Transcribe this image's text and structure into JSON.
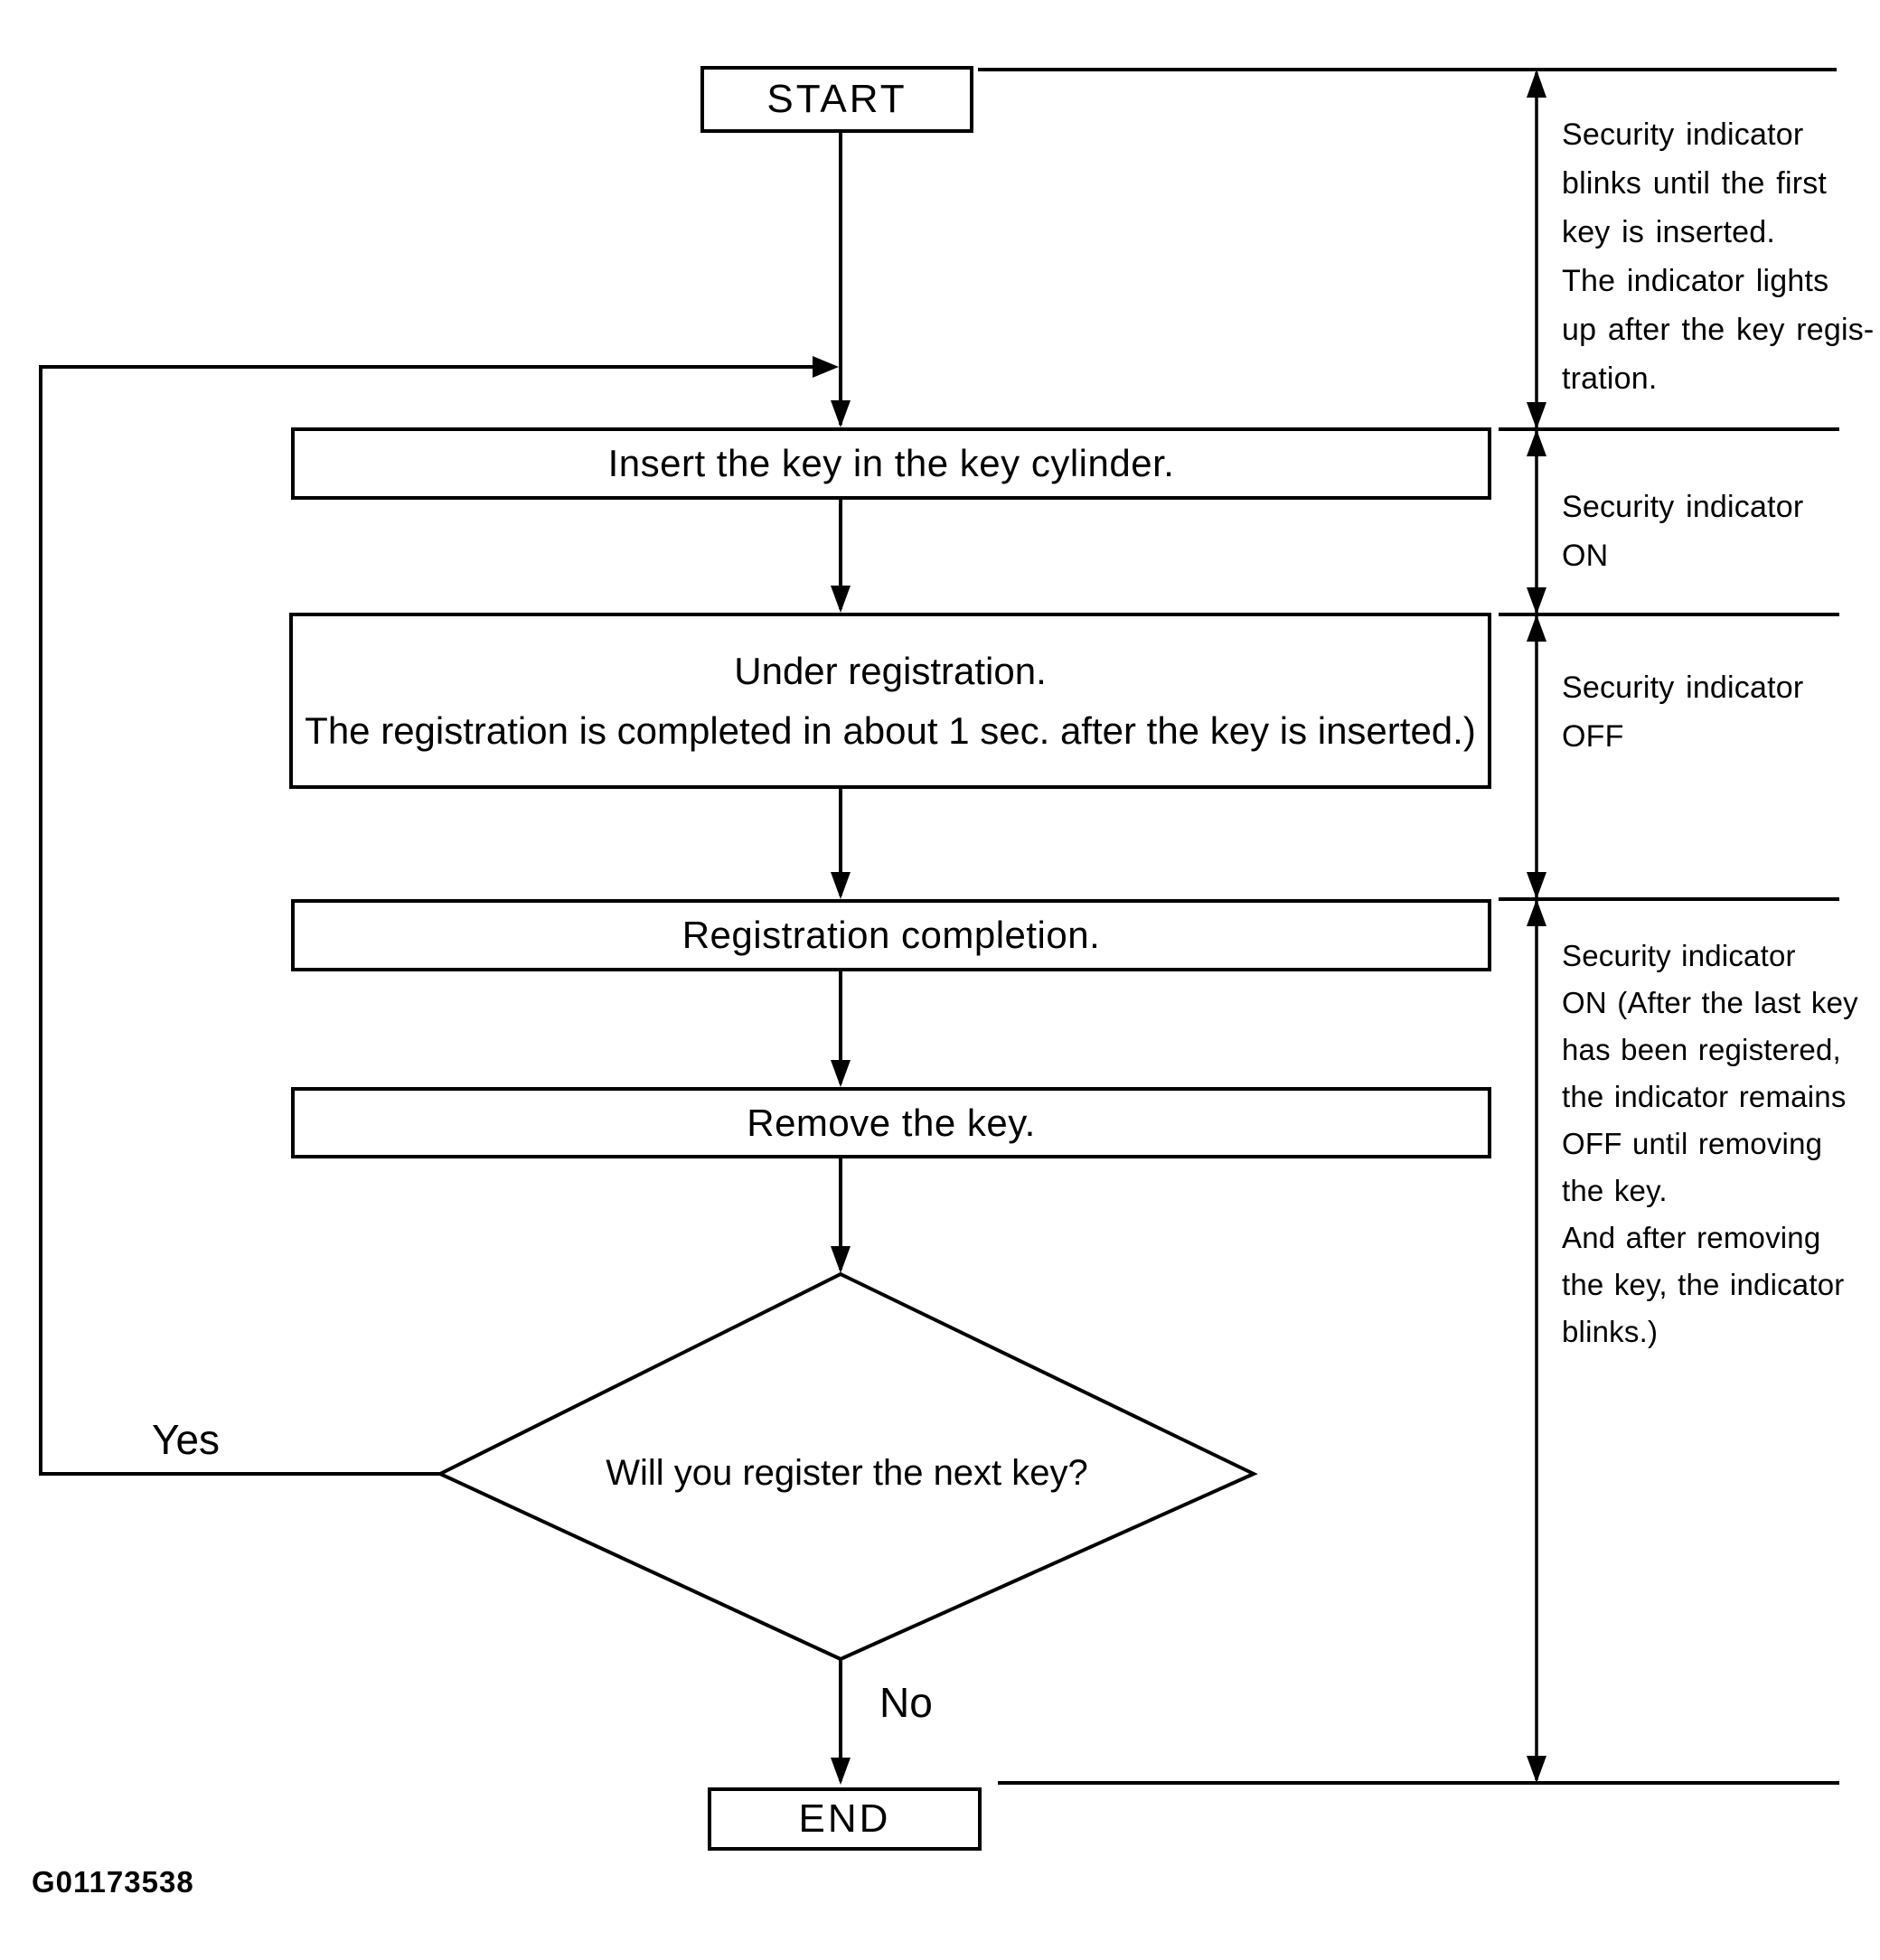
{
  "figure_id": "G01173538",
  "flowchart": {
    "start_label": "START",
    "end_label": "END",
    "steps": [
      {
        "label": "Insert the key in the key cylinder."
      },
      {
        "line1": "Under registration.",
        "line2": "The registration is completed in about 1 sec. after the key is inserted.)"
      },
      {
        "label": "Registration completion."
      },
      {
        "label": "Remove the key."
      }
    ],
    "decision": {
      "label": "Will you register the next key?",
      "yes_label": "Yes",
      "no_label": "No"
    }
  },
  "annotations": [
    {
      "text": "Security indicator\nblinks until the first\nkey is inserted.\nThe indicator lights\nup after the key regis-\ntration."
    },
    {
      "text": "Security indicator\nON"
    },
    {
      "text": "Security indicator\nOFF"
    },
    {
      "text": "Security indicator\nON (After the last key\nhas been registered,\nthe indicator remains\nOFF until removing\nthe key.\nAnd after removing\nthe key, the indicator\nblinks.)"
    }
  ],
  "colors": {
    "ink": "#000000",
    "paper": "#ffffff"
  }
}
